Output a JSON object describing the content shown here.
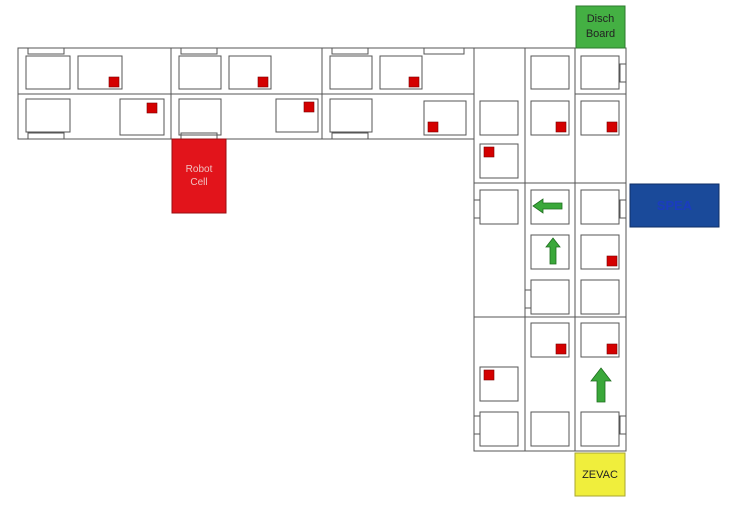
{
  "labels": {
    "disch_board": [
      "Disch",
      "Board"
    ],
    "robot_cell": [
      "Robot",
      "Cell"
    ],
    "spea": "SPEA",
    "zevac": "ZEVAC"
  },
  "colors": {
    "line": "#555555",
    "cell_bg": "#ffffff",
    "marker": "#d40000",
    "arrow": "#3aa83a",
    "disch_board": "#44b043",
    "robot_cell": "#e2141b",
    "spea": "#1a4a9a",
    "zevac": "#f0ee3c"
  },
  "icons": {
    "marker": "red-square-marker",
    "direction": "arrow-icon"
  },
  "arrows": [
    {
      "name": "arrow-left",
      "direction": "left"
    },
    {
      "name": "arrow-up-middle",
      "direction": "up"
    },
    {
      "name": "arrow-up-right",
      "direction": "up"
    }
  ]
}
